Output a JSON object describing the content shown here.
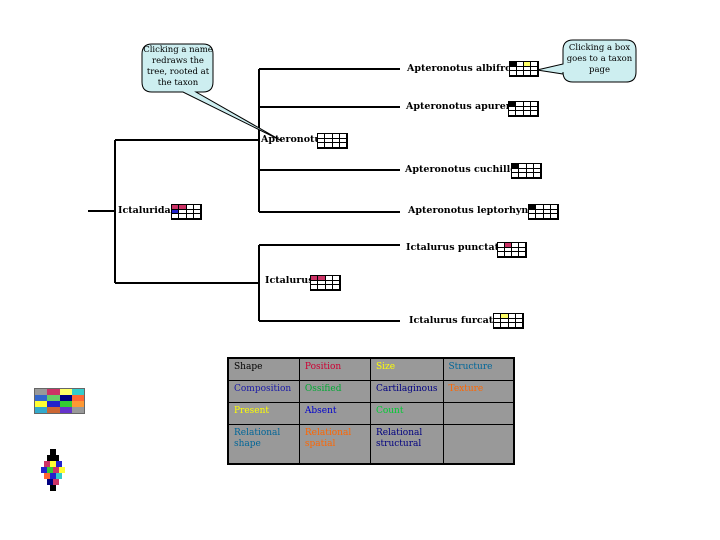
{
  "callouts": {
    "name_hint": "Clicking a name redraws the tree, rooted at the taxon",
    "box_hint": "Clicking a box goes to a taxon page"
  },
  "taxa": [
    {
      "id": "ictaluridae",
      "name": "Ictaluridae"
    },
    {
      "id": "apteronotus",
      "name": "Apteronotus"
    },
    {
      "id": "ictalurus",
      "name": "Ictalurus"
    },
    {
      "id": "apteronotus-albifrons",
      "name": "Apteronotus albifrons"
    },
    {
      "id": "apteronotus-apurensis",
      "name": "Apteronotus apurensis"
    },
    {
      "id": "apteronotus-cuchillejo",
      "name": "Apteronotus cuchillejo"
    },
    {
      "id": "apteronotus-leptorhynchus",
      "name": "Apteronotus leptorhynchus"
    },
    {
      "id": "ictalurus-punctatus",
      "name": "Ictalurus punctatus"
    },
    {
      "id": "ictalurus-furcatus",
      "name": "Ictalurus furcatus"
    }
  ],
  "legend": {
    "rows": [
      [
        {
          "text": "Shape",
          "color": "#000000"
        },
        {
          "text": "Position",
          "color": "#cc0033"
        },
        {
          "text": "Size",
          "color": "#ffff00"
        },
        {
          "text": "Structure",
          "color": "#006699"
        }
      ],
      [
        {
          "text": "Composition",
          "color": "#1a1aa6"
        },
        {
          "text": "Ossified",
          "color": "#00aa33"
        },
        {
          "text": "Cartilaginous",
          "color": "#000080"
        },
        {
          "text": "Texture",
          "color": "#ff6600"
        }
      ],
      [
        {
          "text": "Present",
          "color": "#ffff00"
        },
        {
          "text": "Absent",
          "color": "#0000cc"
        },
        {
          "text": "Count",
          "color": "#00cc33"
        },
        {
          "text": "",
          "color": "#000000"
        }
      ],
      [
        {
          "text": "Relational shape",
          "color": "#006699"
        },
        {
          "text": "Relational spatial",
          "color": "#ff6600"
        },
        {
          "text": "Relational structural",
          "color": "#000080"
        },
        {
          "text": "",
          "color": "#000000"
        }
      ]
    ]
  },
  "colors": {
    "callout_fill": "#cdeef0",
    "legend_background": "#999999",
    "accent_red": "#cc3366",
    "accent_blue": "#2222cc",
    "accent_yellow": "#ffff66"
  }
}
